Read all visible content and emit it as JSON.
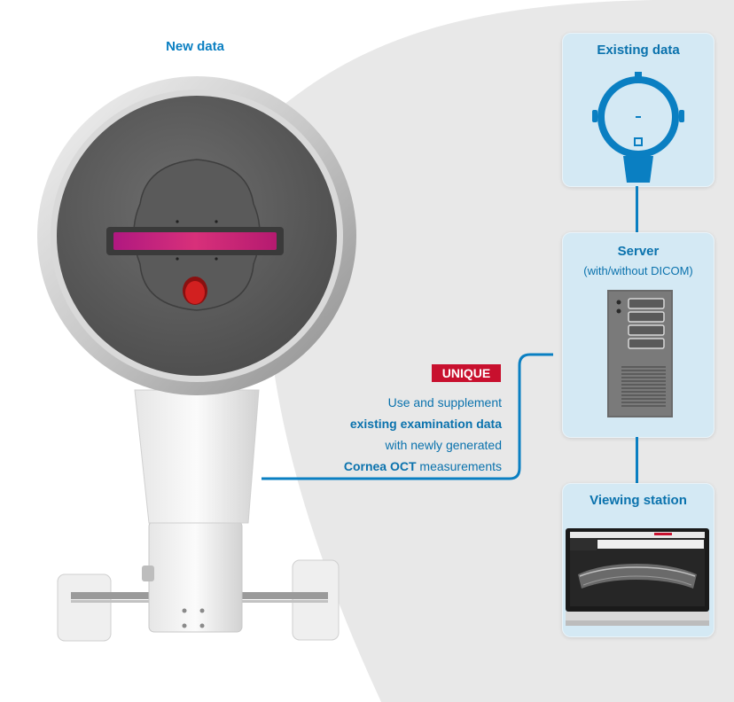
{
  "labels": {
    "new_data": "New data",
    "existing_data": "Existing data",
    "server_title": "Server",
    "server_subtitle": "(with/without DICOM)",
    "viewing_station": "Viewing station"
  },
  "badge": {
    "text": "UNIQUE",
    "color": "#c8102e"
  },
  "description": {
    "line1": "Use and supplement",
    "line2": "existing examination data",
    "line3": "with newly generated",
    "line4_bold": "Cornea OCT",
    "line4_rest": " measurements"
  },
  "colors": {
    "accent": "#0a7fc2",
    "card_bg": "#d4e9f4",
    "swoosh": "#e8e8e8"
  },
  "icons": {
    "existing": "lens-scan-icon",
    "server": "server-tower-icon",
    "viewing": "monitor-icon",
    "device": "cornea-oct-device"
  }
}
